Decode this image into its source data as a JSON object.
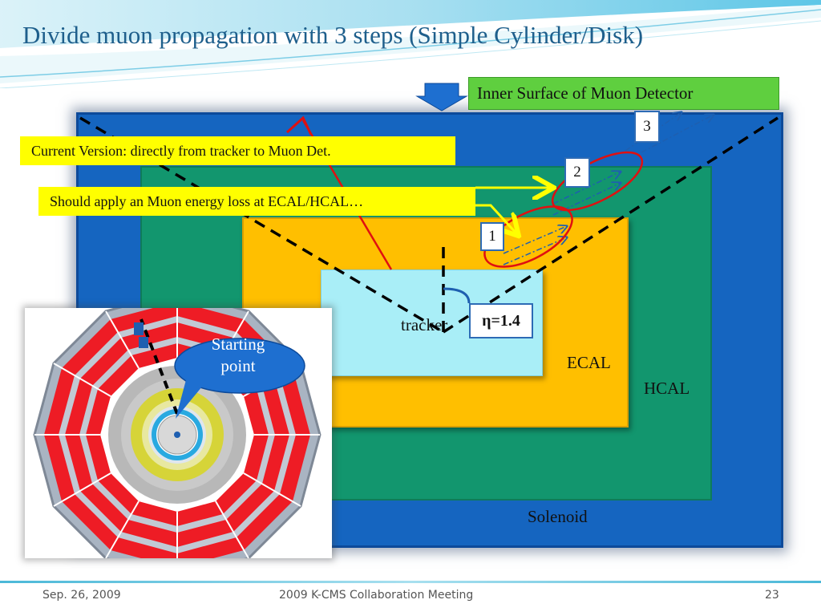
{
  "slide": {
    "title": "Divide muon propagation with 3 steps (Simple Cylinder/Disk)"
  },
  "diagram": {
    "layers": {
      "tracker": "tracker",
      "ecal": "ECAL",
      "hcal": "HCAL",
      "solenoid": "Solenoid"
    },
    "inner_surface_label": "Inner Surface of Muon Detector",
    "callouts": {
      "current_version": "Current Version: directly from tracker to Muon Det.",
      "apply_energy_loss": "Should apply an Muon energy loss at ECAL/HCAL…"
    },
    "steps": [
      "1",
      "2",
      "3"
    ],
    "eta_label": "η=1.4",
    "starting_point": [
      "Starting",
      "point"
    ],
    "colors": {
      "solenoid": "#1565c0",
      "hcal": "#12966e",
      "ecal": "#ffbf00",
      "tracker": "#a9eef7",
      "callout": "#ffff00",
      "inner_surface": "#5fcf3f",
      "title": "#1e5f8c"
    }
  },
  "footer": {
    "date": "Sep. 26, 2009",
    "meeting": "2009 K-CMS Collaboration Meeting",
    "page": "23"
  }
}
